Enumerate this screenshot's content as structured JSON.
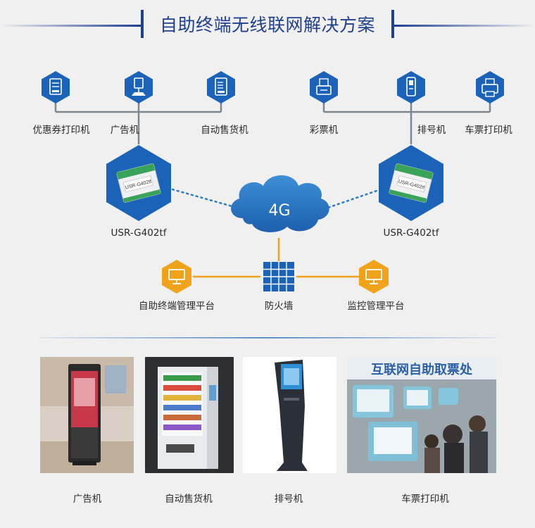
{
  "title": "自助终端无线联网解决方案",
  "colors": {
    "title_blue": "#1f3f8f",
    "hex_blue": "#1a63b8",
    "hex_orange": "#f0a21b",
    "line_gray": "#7d8790",
    "dot_blue": "#2b7bc8",
    "cloud_blue": "#2f78c5",
    "link_orange": "#f0a21b"
  },
  "left_group": {
    "devices": [
      {
        "label": "优惠券打印机",
        "icon": "coupon-printer-icon"
      },
      {
        "label": "广告机",
        "icon": "ad-machine-icon"
      },
      {
        "label": "自动售货机",
        "icon": "vending-machine-icon"
      }
    ],
    "module_label": "USR-G402tf",
    "module_chip_text": "USR-G402tf"
  },
  "right_group": {
    "devices": [
      {
        "label": "彩票机",
        "icon": "lottery-machine-icon"
      },
      {
        "label": "排号机",
        "icon": "queue-machine-icon"
      },
      {
        "label": "车票打印机",
        "icon": "ticket-printer-icon"
      }
    ],
    "module_label": "USR-G402tf",
    "module_chip_text": "USR-G402tf"
  },
  "cloud": {
    "label": "4G"
  },
  "platforms": {
    "left": {
      "label": "自助终端管理平台",
      "icon": "monitor-icon"
    },
    "center": {
      "label": "防火墙",
      "icon": "firewall-icon"
    },
    "right": {
      "label": "监控管理平台",
      "icon": "monitor-icon"
    }
  },
  "photos": [
    {
      "caption": "广告机",
      "name": "ad-machine-photo"
    },
    {
      "caption": "自动售货机",
      "name": "vending-machine-photo"
    },
    {
      "caption": "排号机",
      "name": "queue-machine-photo"
    },
    {
      "caption": "车票打印机",
      "name": "ticket-printer-photo",
      "banner_text": "互联网自助取票处"
    }
  ]
}
